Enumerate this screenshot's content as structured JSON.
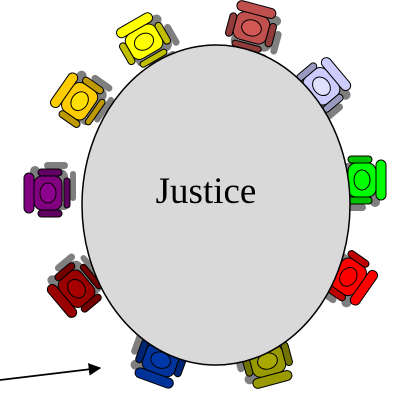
{
  "table": {
    "label": "Justice",
    "fill": "#d9d9d9",
    "stroke": "#000000"
  },
  "chairs": [
    {
      "id": "chair-yellow",
      "color": "#ffff00"
    },
    {
      "id": "chair-red-brown",
      "color": "#c0504d"
    },
    {
      "id": "chair-lavender",
      "color": "#ccccff"
    },
    {
      "id": "chair-green",
      "color": "#00ff00"
    },
    {
      "id": "chair-red",
      "color": "#ff0000"
    },
    {
      "id": "chair-olive",
      "color": "#999900"
    },
    {
      "id": "chair-navy",
      "color": "#003399"
    },
    {
      "id": "chair-dark-red",
      "color": "#990000"
    },
    {
      "id": "chair-purple",
      "color": "#800080"
    },
    {
      "id": "chair-orange",
      "color": "#ffcc00"
    }
  ],
  "arrow": {
    "color": "#000000"
  }
}
